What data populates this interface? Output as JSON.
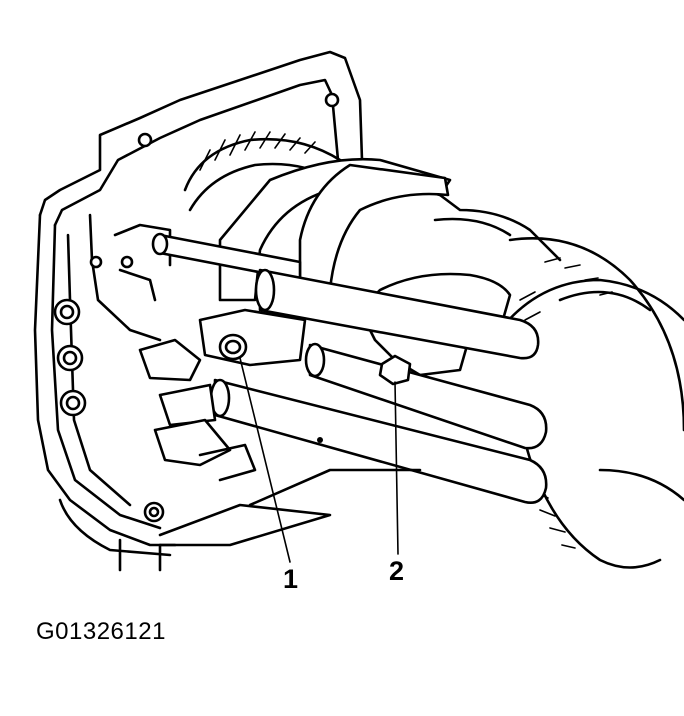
{
  "figure": {
    "callouts": [
      {
        "label": "1"
      },
      {
        "label": "2"
      }
    ],
    "code": "G01326121"
  },
  "colors": {
    "ink": "#000000",
    "paper": "#ffffff"
  }
}
